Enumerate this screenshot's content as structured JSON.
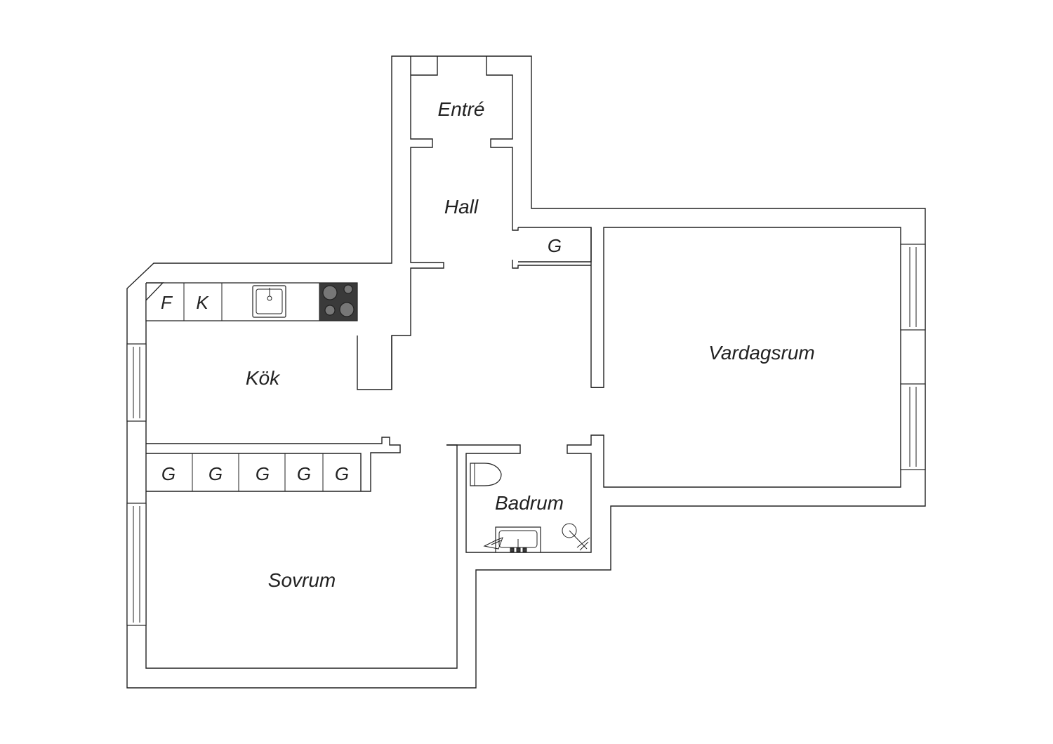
{
  "rooms": {
    "entre": "Entré",
    "hall": "Hall",
    "kok": "Kök",
    "vardagsrum": "Vardagsrum",
    "badrum": "Badrum",
    "sovrum": "Sovrum"
  },
  "storage": {
    "hall_closet": "G",
    "bedroom_closets": [
      "G",
      "G",
      "G",
      "G",
      "G"
    ]
  },
  "kitchen": {
    "fridge": "F",
    "freezer": "K"
  },
  "colors": {
    "wall": "#222222",
    "background": "#ffffff",
    "stove": "#3a3a3a"
  }
}
